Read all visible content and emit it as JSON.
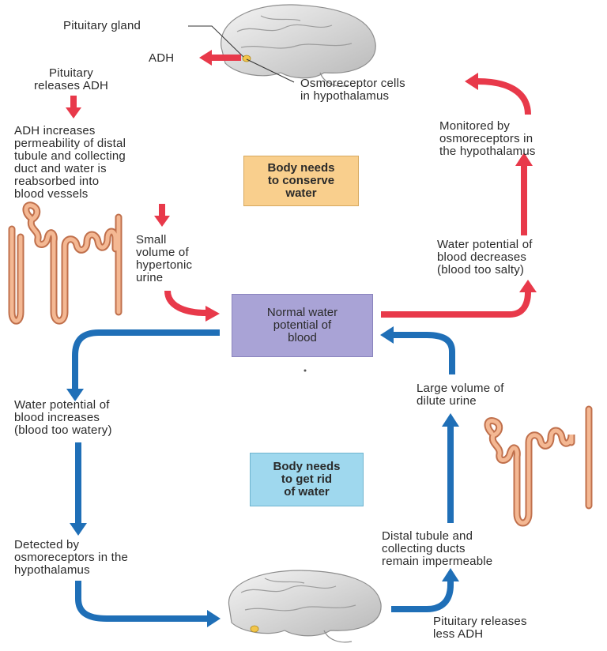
{
  "colors": {
    "red_arrow": "#e8394a",
    "blue_arrow": "#1f6fb7",
    "center_box": "#a9a3d6",
    "conserve_box": "#f9cf8d",
    "rid_box": "#9fd8ee",
    "kidney": "#f2b08c"
  },
  "labels": {
    "pituitary_gland": "Pituitary gland",
    "adh": "ADH",
    "pituitary_releases_adh": "Pituitary\nreleases ADH",
    "osmoreceptor_cells": "Osmoreceptor cells\nin hypothalamus",
    "adh_increases": "ADH increases\npermeability of distal\ntubule and collecting\nduct and water is\nreabsorbed into\nblood vessels",
    "monitored": "Monitored by\nosmoreceptors in\nthe hypothalamus",
    "small_volume": "Small\nvolume of\nhypertonic\nurine",
    "wp_decreases": "Water potential of\nblood decreases\n(blood too salty)",
    "large_volume": "Large volume of\ndilute urine",
    "wp_increases": "Water potential of\nblood increases\n(blood too watery)",
    "detected": "Detected by\nosmoreceptors in the\nhypothalamus",
    "distal_impermeable": "Distal tubule and\ncollecting ducts\nremain impermeable",
    "pituitary_less_adh": "Pituitary releases\nless ADH"
  },
  "boxes": {
    "center": "Normal water\npotential of\nblood",
    "conserve": "Body needs\nto conserve\nwater",
    "rid": "Body needs\nto get rid\nof water"
  },
  "icons": {
    "brain_top": "brain-icon",
    "brain_bottom": "brain-icon",
    "kidney_left": "nephron-icon",
    "kidney_right": "nephron-icon"
  }
}
